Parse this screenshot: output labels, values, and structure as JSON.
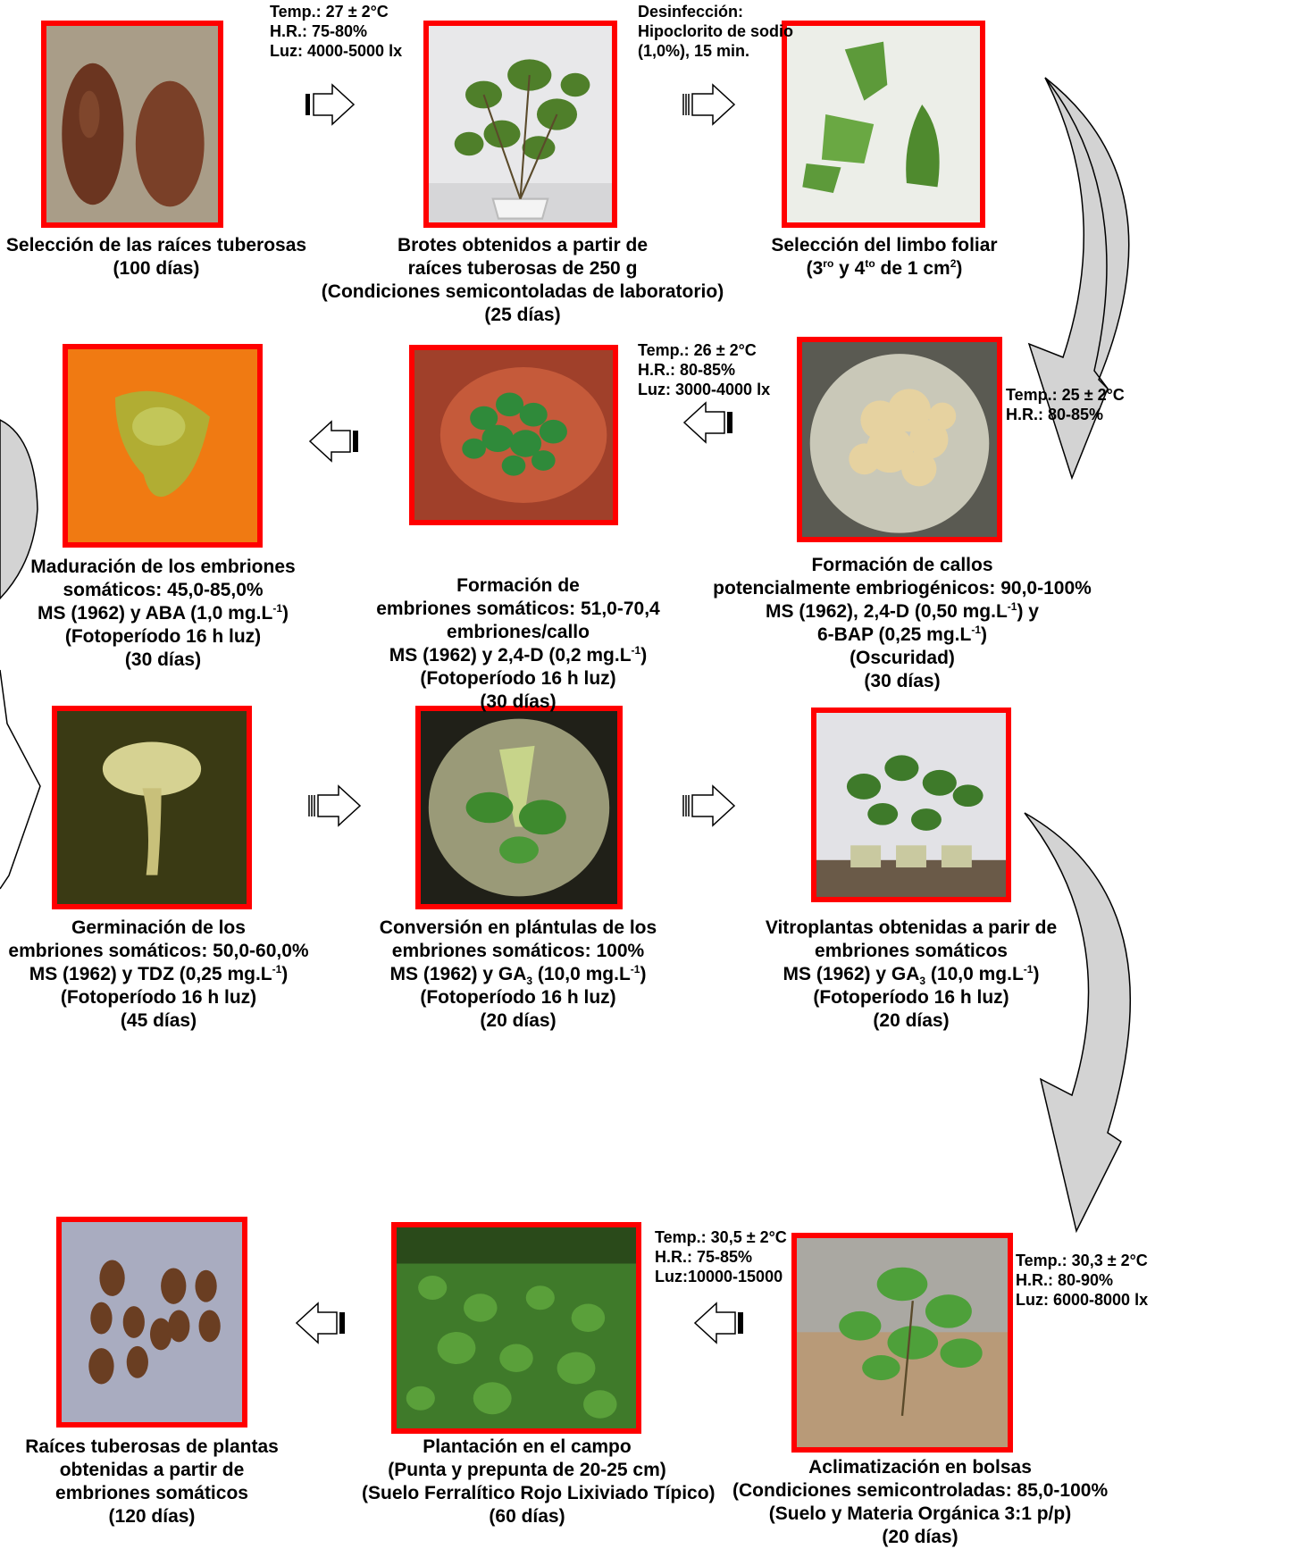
{
  "steps": [
    {
      "lines": [
        "Selección de las raíces tuberosas",
        "(100 días)"
      ]
    },
    {
      "lines": [
        "Brotes obtenidos a partir de",
        "raíces tuberosas de 250 g",
        "(Condiciones semicontoladas de laboratorio)",
        "(25 días)"
      ]
    },
    {
      "lines": [
        "Selección del limbo foliar"
      ],
      "l2a": "(3",
      "l2b": "ro",
      "l2c": " y 4",
      "l2d": "to",
      "l2e": " de 1 cm",
      "l2f": "2",
      "l2g": ")"
    },
    {
      "lines": [
        "Maduración de los embriones",
        "somáticos: 45,0-85,0%"
      ],
      "l3a": "MS (1962) y ABA (1,0 mg.L",
      "l3b": "-1",
      "l3c": ")",
      "tail": [
        "(Fotoperíodo 16 h luz)",
        "(30 días)"
      ]
    },
    {
      "lines": [
        "Formación de",
        "embriones somáticos: 51,0-70,4",
        "embriones/callo"
      ],
      "l4a": "MS (1962) y 2,4-D (0,2 mg.L",
      "l4b": "-1",
      "l4c": ")",
      "tail": [
        "(Fotoperíodo 16 h luz)",
        "(30 días)"
      ]
    },
    {
      "lines": [
        "Formación de callos",
        "potencialmente embriogénicos: 90,0-100%"
      ],
      "l3a": "MS (1962), 2,4-D (0,50 mg.L",
      "l3b": "-1",
      "l3c": ") y",
      "l4a": "6-BAP (0,25 mg.L",
      "l4b": "-1",
      "l4c": ")",
      "tail": [
        "(Oscuridad)",
        "(30 días)"
      ]
    },
    {
      "lines": [
        "Germinación de los",
        "embriones somáticos: 50,0-60,0%"
      ],
      "l3a": "MS (1962) y TDZ (0,25 mg.L",
      "l3b": "-1",
      "l3c": ")",
      "tail": [
        "(Fotoperíodo 16 h luz)",
        "(45 días)"
      ]
    },
    {
      "lines": [
        "Conversión en plántulas de los",
        "embriones somáticos: 100%"
      ],
      "l3a": "MS (1962) y GA",
      "l3s": "3",
      "l3m": " (10,0 mg.L",
      "l3b": "-1",
      "l3c": ")",
      "tail": [
        "(Fotoperíodo 16 h luz)",
        "(20 días)"
      ]
    },
    {
      "lines": [
        "Vitroplantas obtenidas a parir de",
        "embriones somáticos"
      ],
      "l3a": "MS (1962) y GA",
      "l3s": "3",
      "l3m": " (10,0 mg.L",
      "l3b": "-1",
      "l3c": ")",
      "tail": [
        "(Fotoperíodo 16 h luz)",
        "(20 días)"
      ]
    },
    {
      "lines": [
        "Raíces tuberosas de plantas",
        "obtenidas a partir de",
        "embriones somáticos",
        "(120 días)"
      ]
    },
    {
      "lines": [
        "Plantación en el campo",
        "(Punta y prepunta de 20-25 cm)",
        "(Suelo Ferralítico Rojo Lixiviado Típico)",
        "(60 días)"
      ]
    },
    {
      "lines": [
        "Aclimatización en bolsas",
        "(Condiciones semicontroladas: 85,0-100%",
        "(Suelo y Materia Orgánica 3:1 p/p)",
        "(20 días)"
      ]
    }
  ],
  "conditions": [
    [
      "Temp.: 27 ± 2°C",
      "H.R.: 75-80%",
      "Luz: 4000-5000 lx"
    ],
    [
      "Desinfección:",
      "Hipoclorito de sodio",
      "(1,0%), 15 min."
    ],
    [
      "Temp.: 26 ± 2°C",
      "H.R.: 80-85%",
      "Luz: 3000-4000 lx"
    ],
    [
      "Temp.: 25 ± 2°C",
      "H.R.: 80-85%"
    ],
    [
      "Temp.: 30,5 ± 2°C",
      "H.R.: 75-85%",
      "Luz:10000-15000"
    ],
    [
      "Temp.: 30,3 ± 2°C",
      "H.R.: 80-90%",
      "Luz: 6000-8000 lx"
    ]
  ],
  "colors": {
    "frame": "#ff0000",
    "curved_arrow_fill": "#d3d3d3"
  }
}
